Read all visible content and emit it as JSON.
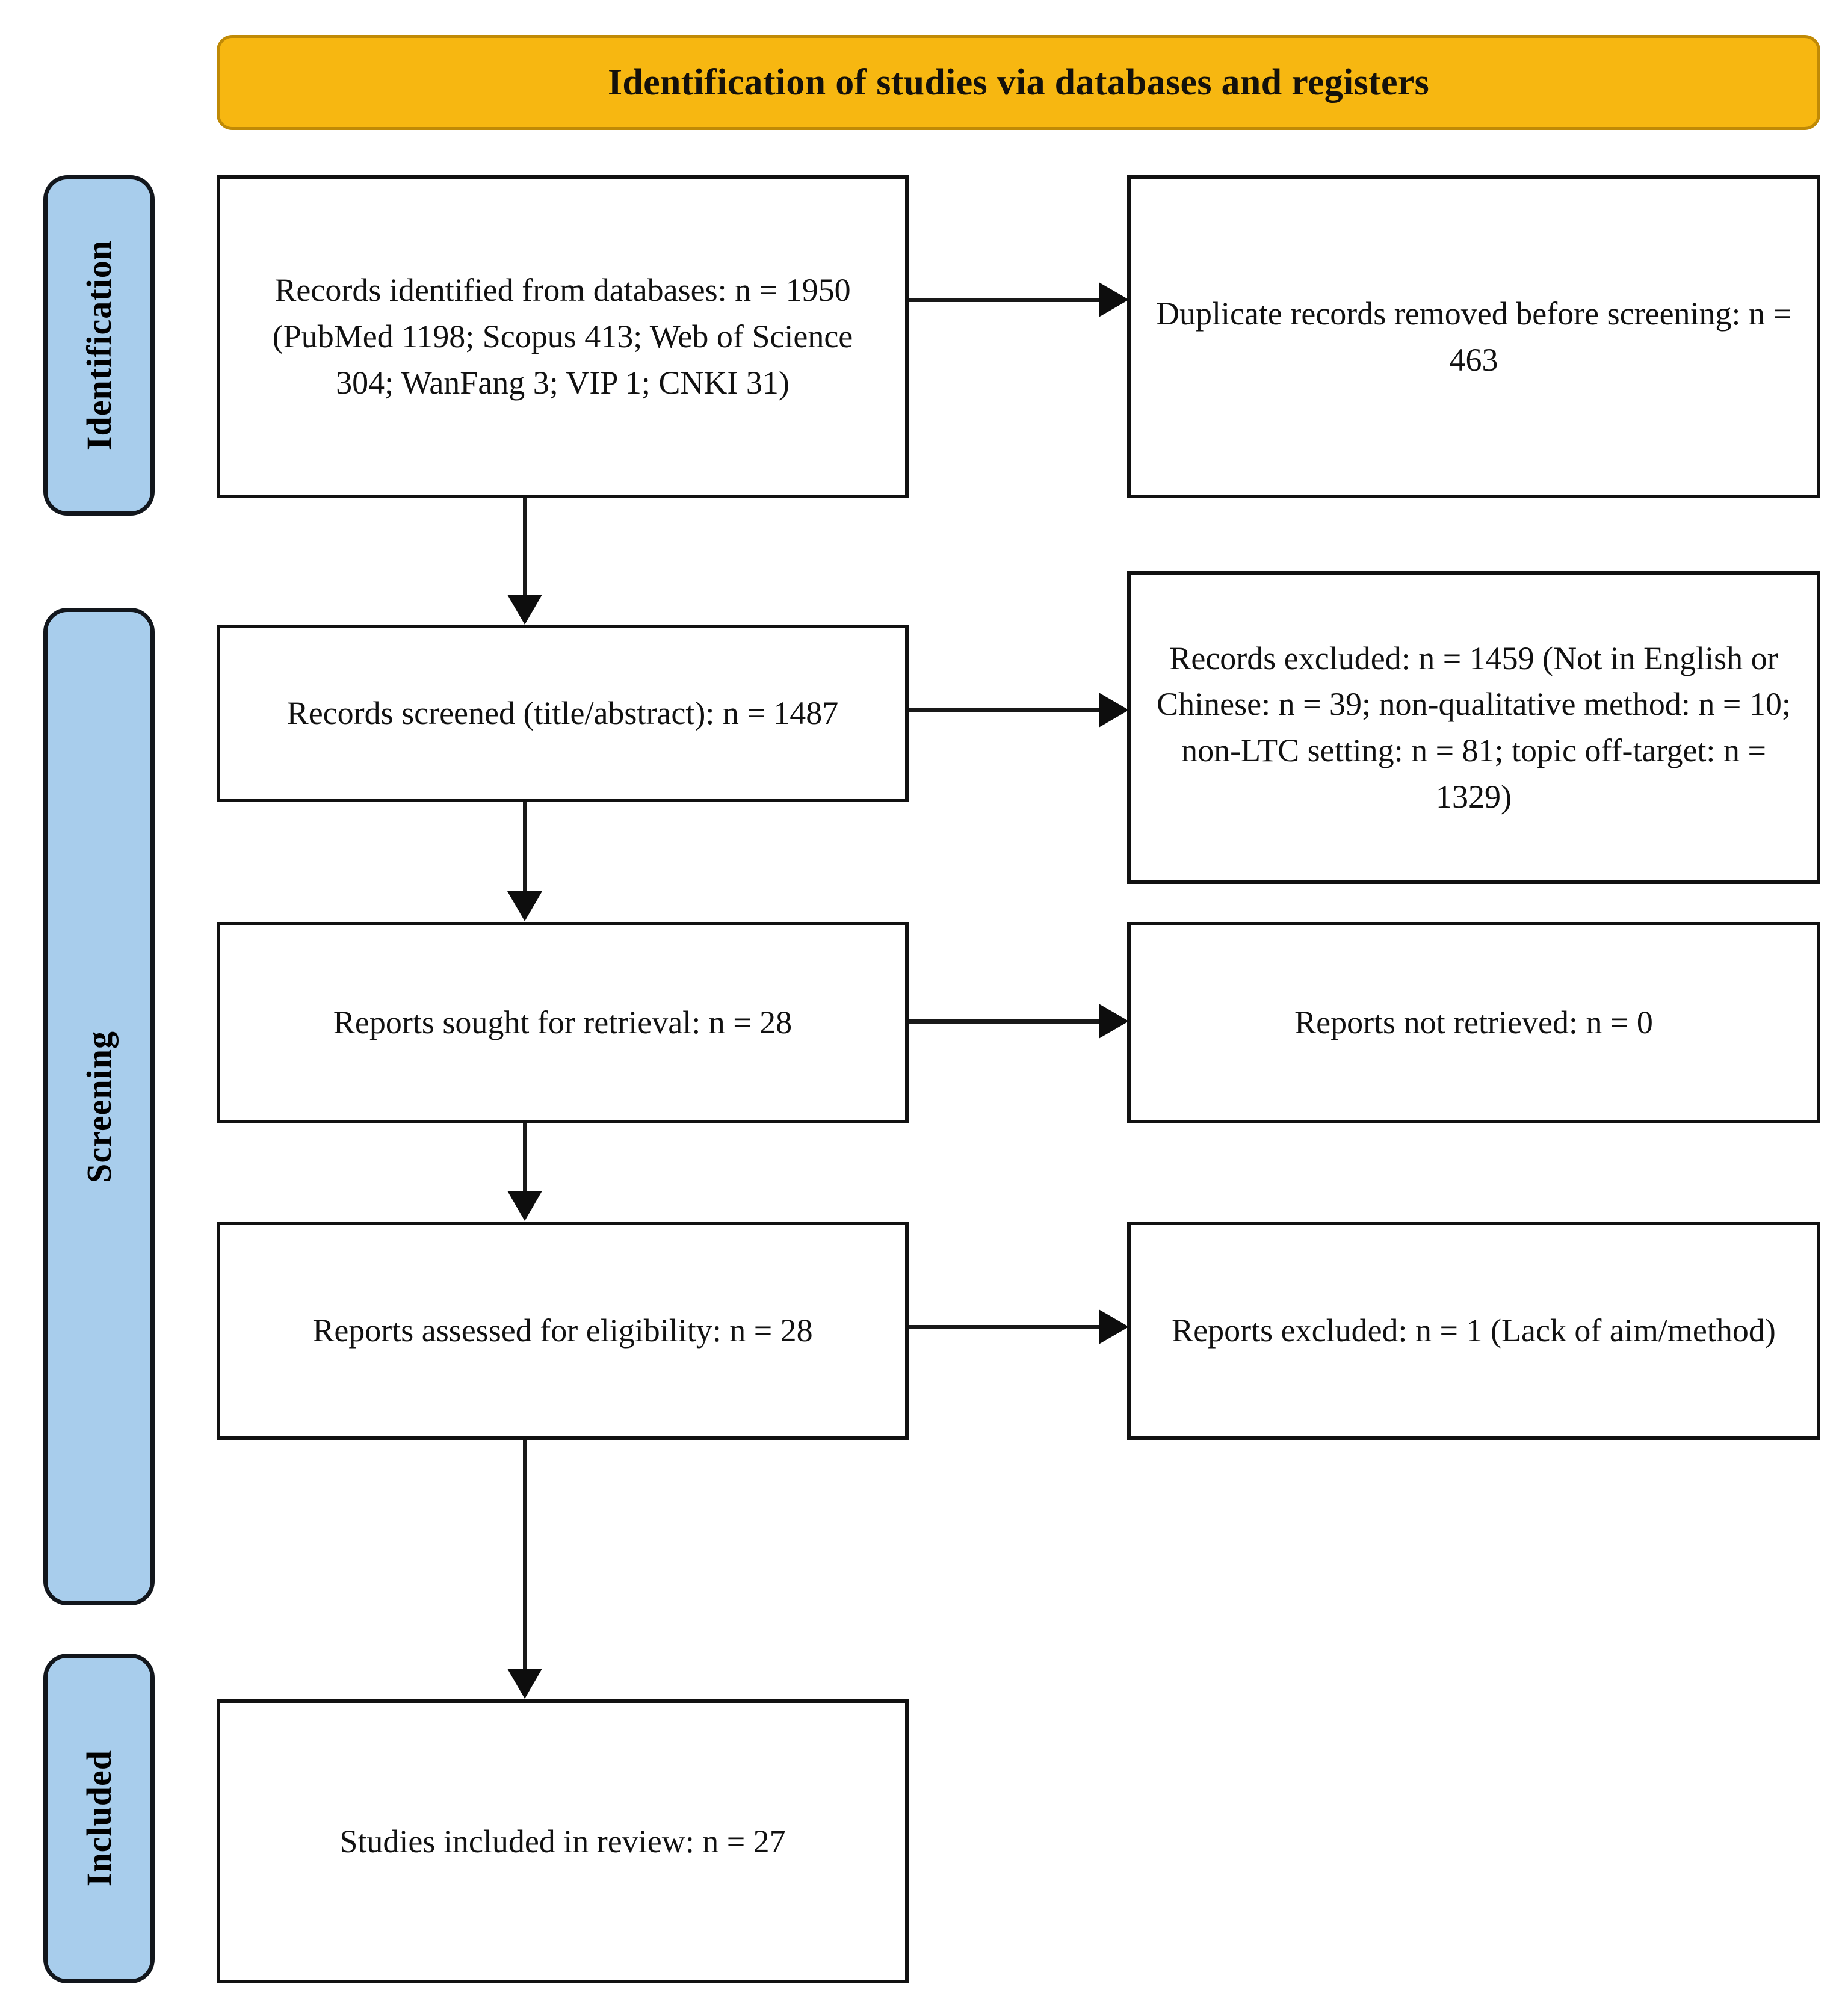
{
  "banner": {
    "title": "Identification of studies via databases and registers"
  },
  "stages": [
    {
      "id": "identification",
      "label": "Identification"
    },
    {
      "id": "screening",
      "label": "Screening"
    },
    {
      "id": "included",
      "label": "Included"
    }
  ],
  "boxes": {
    "identified": {
      "text": "Records identified from databases: n = 1950 (PubMed 1198; Scopus 413; Web of Science 304;   WanFang 3; VIP 1; CNKI 31)"
    },
    "duplicates": {
      "text": "Duplicate records removed before screening: n = 463"
    },
    "screened": {
      "text": "Records screened (title/abstract): n = 1487"
    },
    "records_excluded": {
      "text": "Records excluded: n = 1459 (Not in English or Chinese: n = 39; non-qualitative method: n = 10; non-LTC setting: n = 81; topic off-target: n = 1329)"
    },
    "sought": {
      "text": "Reports sought for retrieval: n = 28"
    },
    "not_retrieved": {
      "text": "Reports not retrieved: n = 0"
    },
    "eligibility": {
      "text": "Reports assessed for eligibility: n = 28"
    },
    "reports_excluded": {
      "text": "Reports excluded: n = 1 (Lack of aim/method)"
    },
    "included": {
      "text": "Studies included in review: n = 27"
    }
  },
  "counts": {
    "identified_total": 1950,
    "pubmed": 1198,
    "scopus": 413,
    "web_of_science": 304,
    "wanfang": 3,
    "vip": 1,
    "cnki": 31,
    "duplicates_removed": 463,
    "screened": 1487,
    "records_excluded": 1459,
    "excl_not_english_or_chinese": 39,
    "excl_non_qualitative": 10,
    "excl_non_ltc": 81,
    "excl_topic_off_target": 1329,
    "sought_for_retrieval": 28,
    "not_retrieved": 0,
    "assessed_for_eligibility": 28,
    "reports_excluded": 1,
    "studies_included": 27
  },
  "colors": {
    "banner_fill": "#F7B711",
    "banner_border": "#C08A06",
    "stage_fill": "#A8CDEC",
    "stage_border": "#12161C",
    "box_border": "#111111",
    "arrow": "#0D0D0D"
  }
}
